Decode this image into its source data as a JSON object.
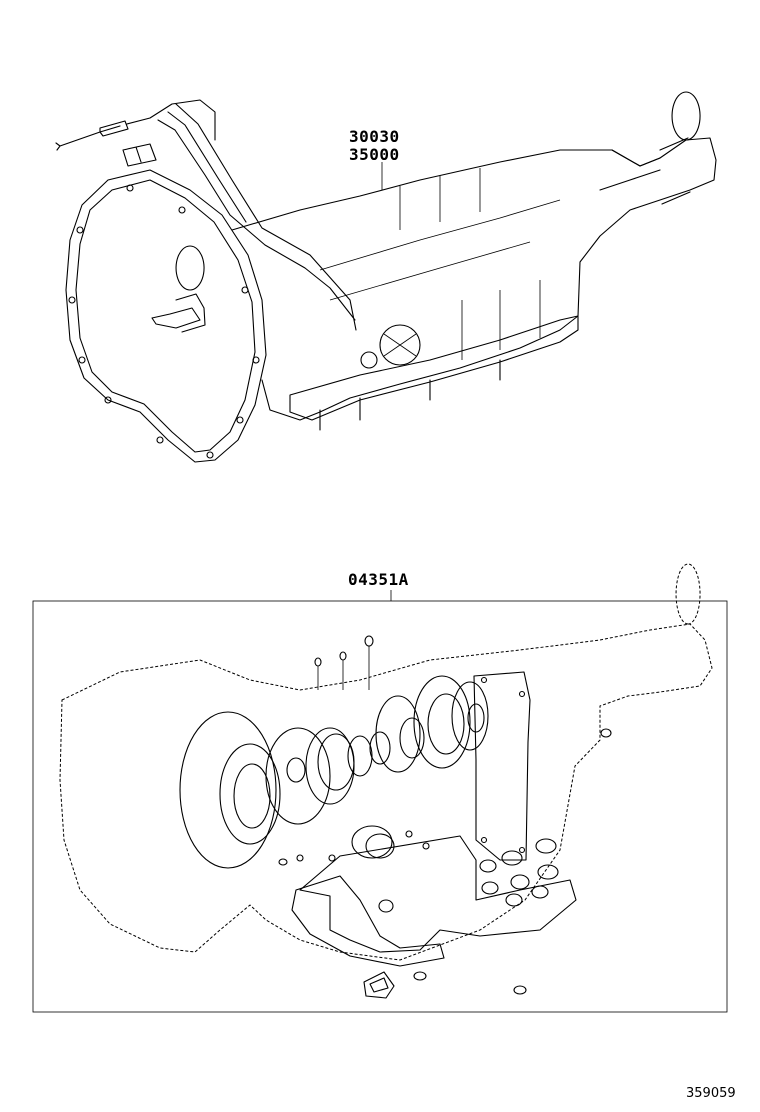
{
  "assembly": {
    "part_numbers": [
      "30030",
      "35000"
    ]
  },
  "gasket_kit": {
    "part_number": "04351A"
  },
  "illustration_id": "359059"
}
